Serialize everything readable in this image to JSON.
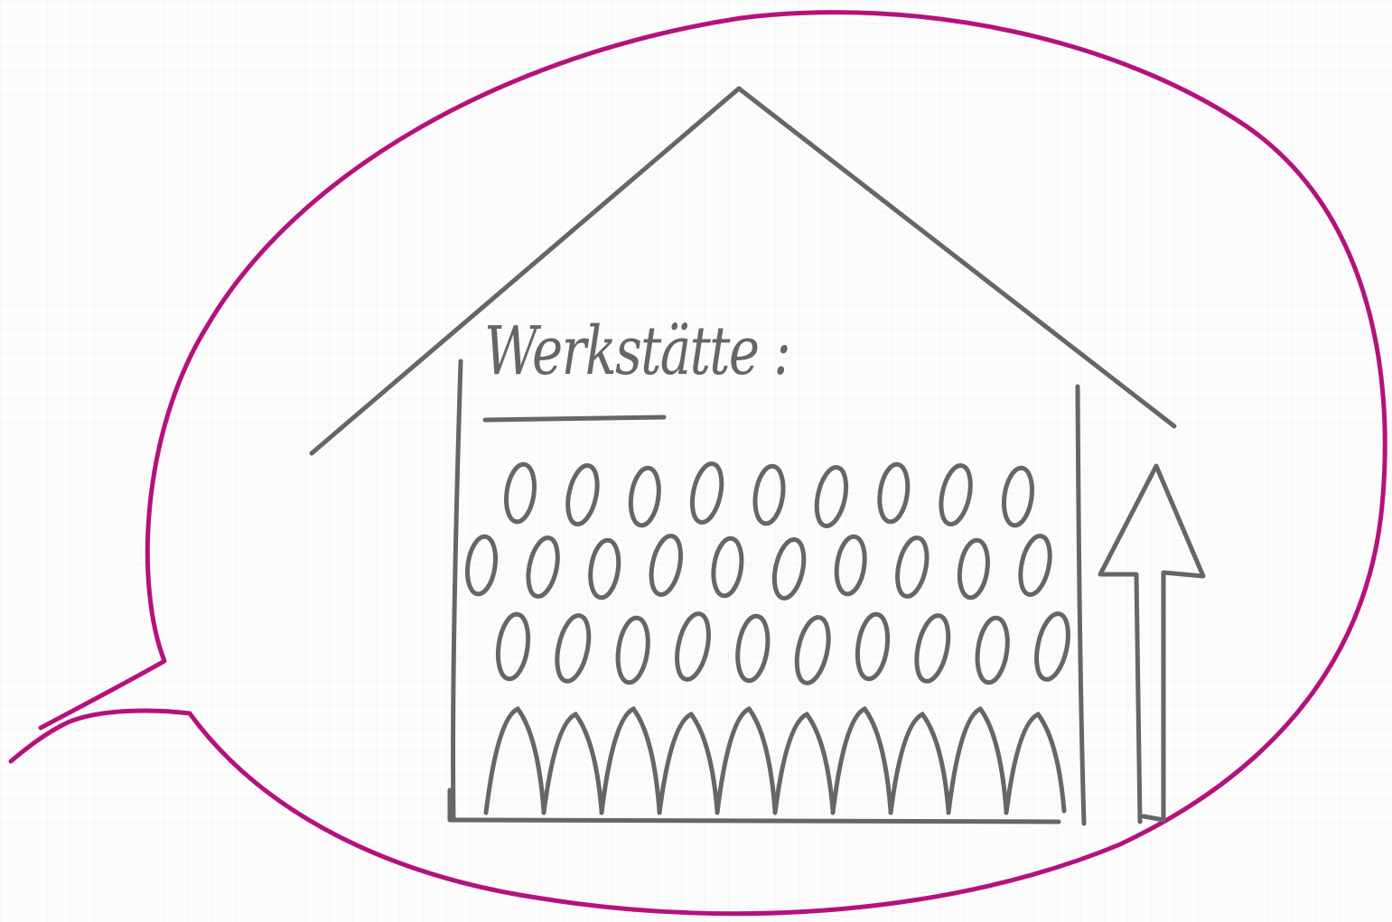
{
  "sketch": {
    "label": "Werkstätte :",
    "colors": {
      "bubble_outline": "#b5117d",
      "drawing_ink": "#666666",
      "paper": "#fcfcfc"
    },
    "icons": {
      "bubble": "speech-bubble-icon",
      "house": "house-icon",
      "arrow": "up-arrow-icon"
    },
    "figure_rows": {
      "ovals_row_1": 9,
      "ovals_row_2": 10,
      "ovals_row_3": 10,
      "spikes_row": 10
    }
  }
}
